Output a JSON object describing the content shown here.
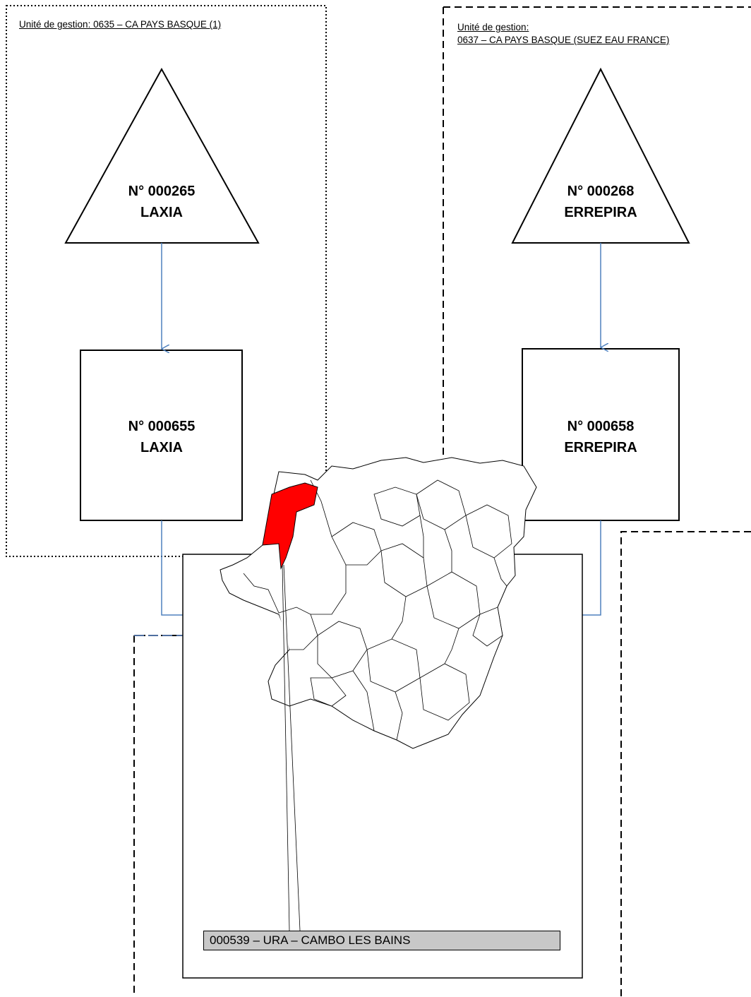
{
  "groups": {
    "left": {
      "label": "Unité de gestion: 0635 – CA PAYS BASQUE (1)"
    },
    "right": {
      "label_line1": "Unité de gestion:",
      "label_line2": "0637 – CA PAYS BASQUE (SUEZ EAU FRANCE)"
    }
  },
  "nodes": {
    "source_left": {
      "line1": "N° 000265",
      "line2": "LAXIA"
    },
    "source_right": {
      "line1": "N° 000268",
      "line2": "ERREPIRA"
    },
    "station_left": {
      "line1": "N° 000655",
      "line2": "LAXIA"
    },
    "station_right": {
      "line1": "N° 000658",
      "line2": "ERREPIRA"
    }
  },
  "commune": {
    "label": "000539 – URA – CAMBO LES BAINS"
  },
  "colors": {
    "connector": "#4f81bd",
    "highlight": "#ff0000",
    "frame": "#000000"
  }
}
